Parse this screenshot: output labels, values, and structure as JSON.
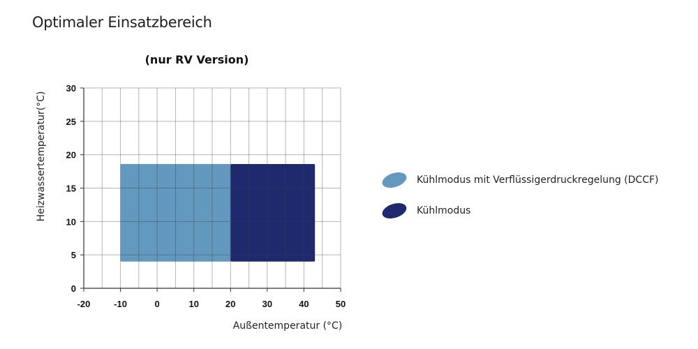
{
  "page": {
    "title": "Optimaler Einsatzbereich"
  },
  "chart_data": {
    "type": "area",
    "subtitle": "(nur RV Version)",
    "xlabel": "Außentemperatur (°C)",
    "ylabel": "Heizwassertemperatur(°C)",
    "xlim": [
      -20,
      50
    ],
    "ylim": [
      0,
      30
    ],
    "x_ticks": [
      -20,
      -10,
      0,
      10,
      20,
      30,
      40,
      50
    ],
    "x_tick_labels": [
      "-20",
      "-10",
      "0",
      "10",
      "20",
      "30",
      "40",
      "50"
    ],
    "y_ticks": [
      0,
      5,
      10,
      15,
      20,
      25,
      30
    ],
    "y_tick_labels": [
      "0",
      "5",
      "10",
      "15",
      "20",
      "25",
      "30"
    ],
    "grid": true,
    "grid_x_step": 5,
    "legend_position": "right",
    "series": [
      {
        "name": "Kühlmodus mit Verflüssigerdruckregelung (DCCF)",
        "color": "#6399bf",
        "x_range": [
          -10,
          20
        ],
        "y_range": [
          4,
          18.6
        ]
      },
      {
        "name": "Kühlmodus",
        "color": "#1f2a6e",
        "x_range": [
          20,
          43
        ],
        "y_range": [
          4,
          18.6
        ]
      }
    ]
  }
}
